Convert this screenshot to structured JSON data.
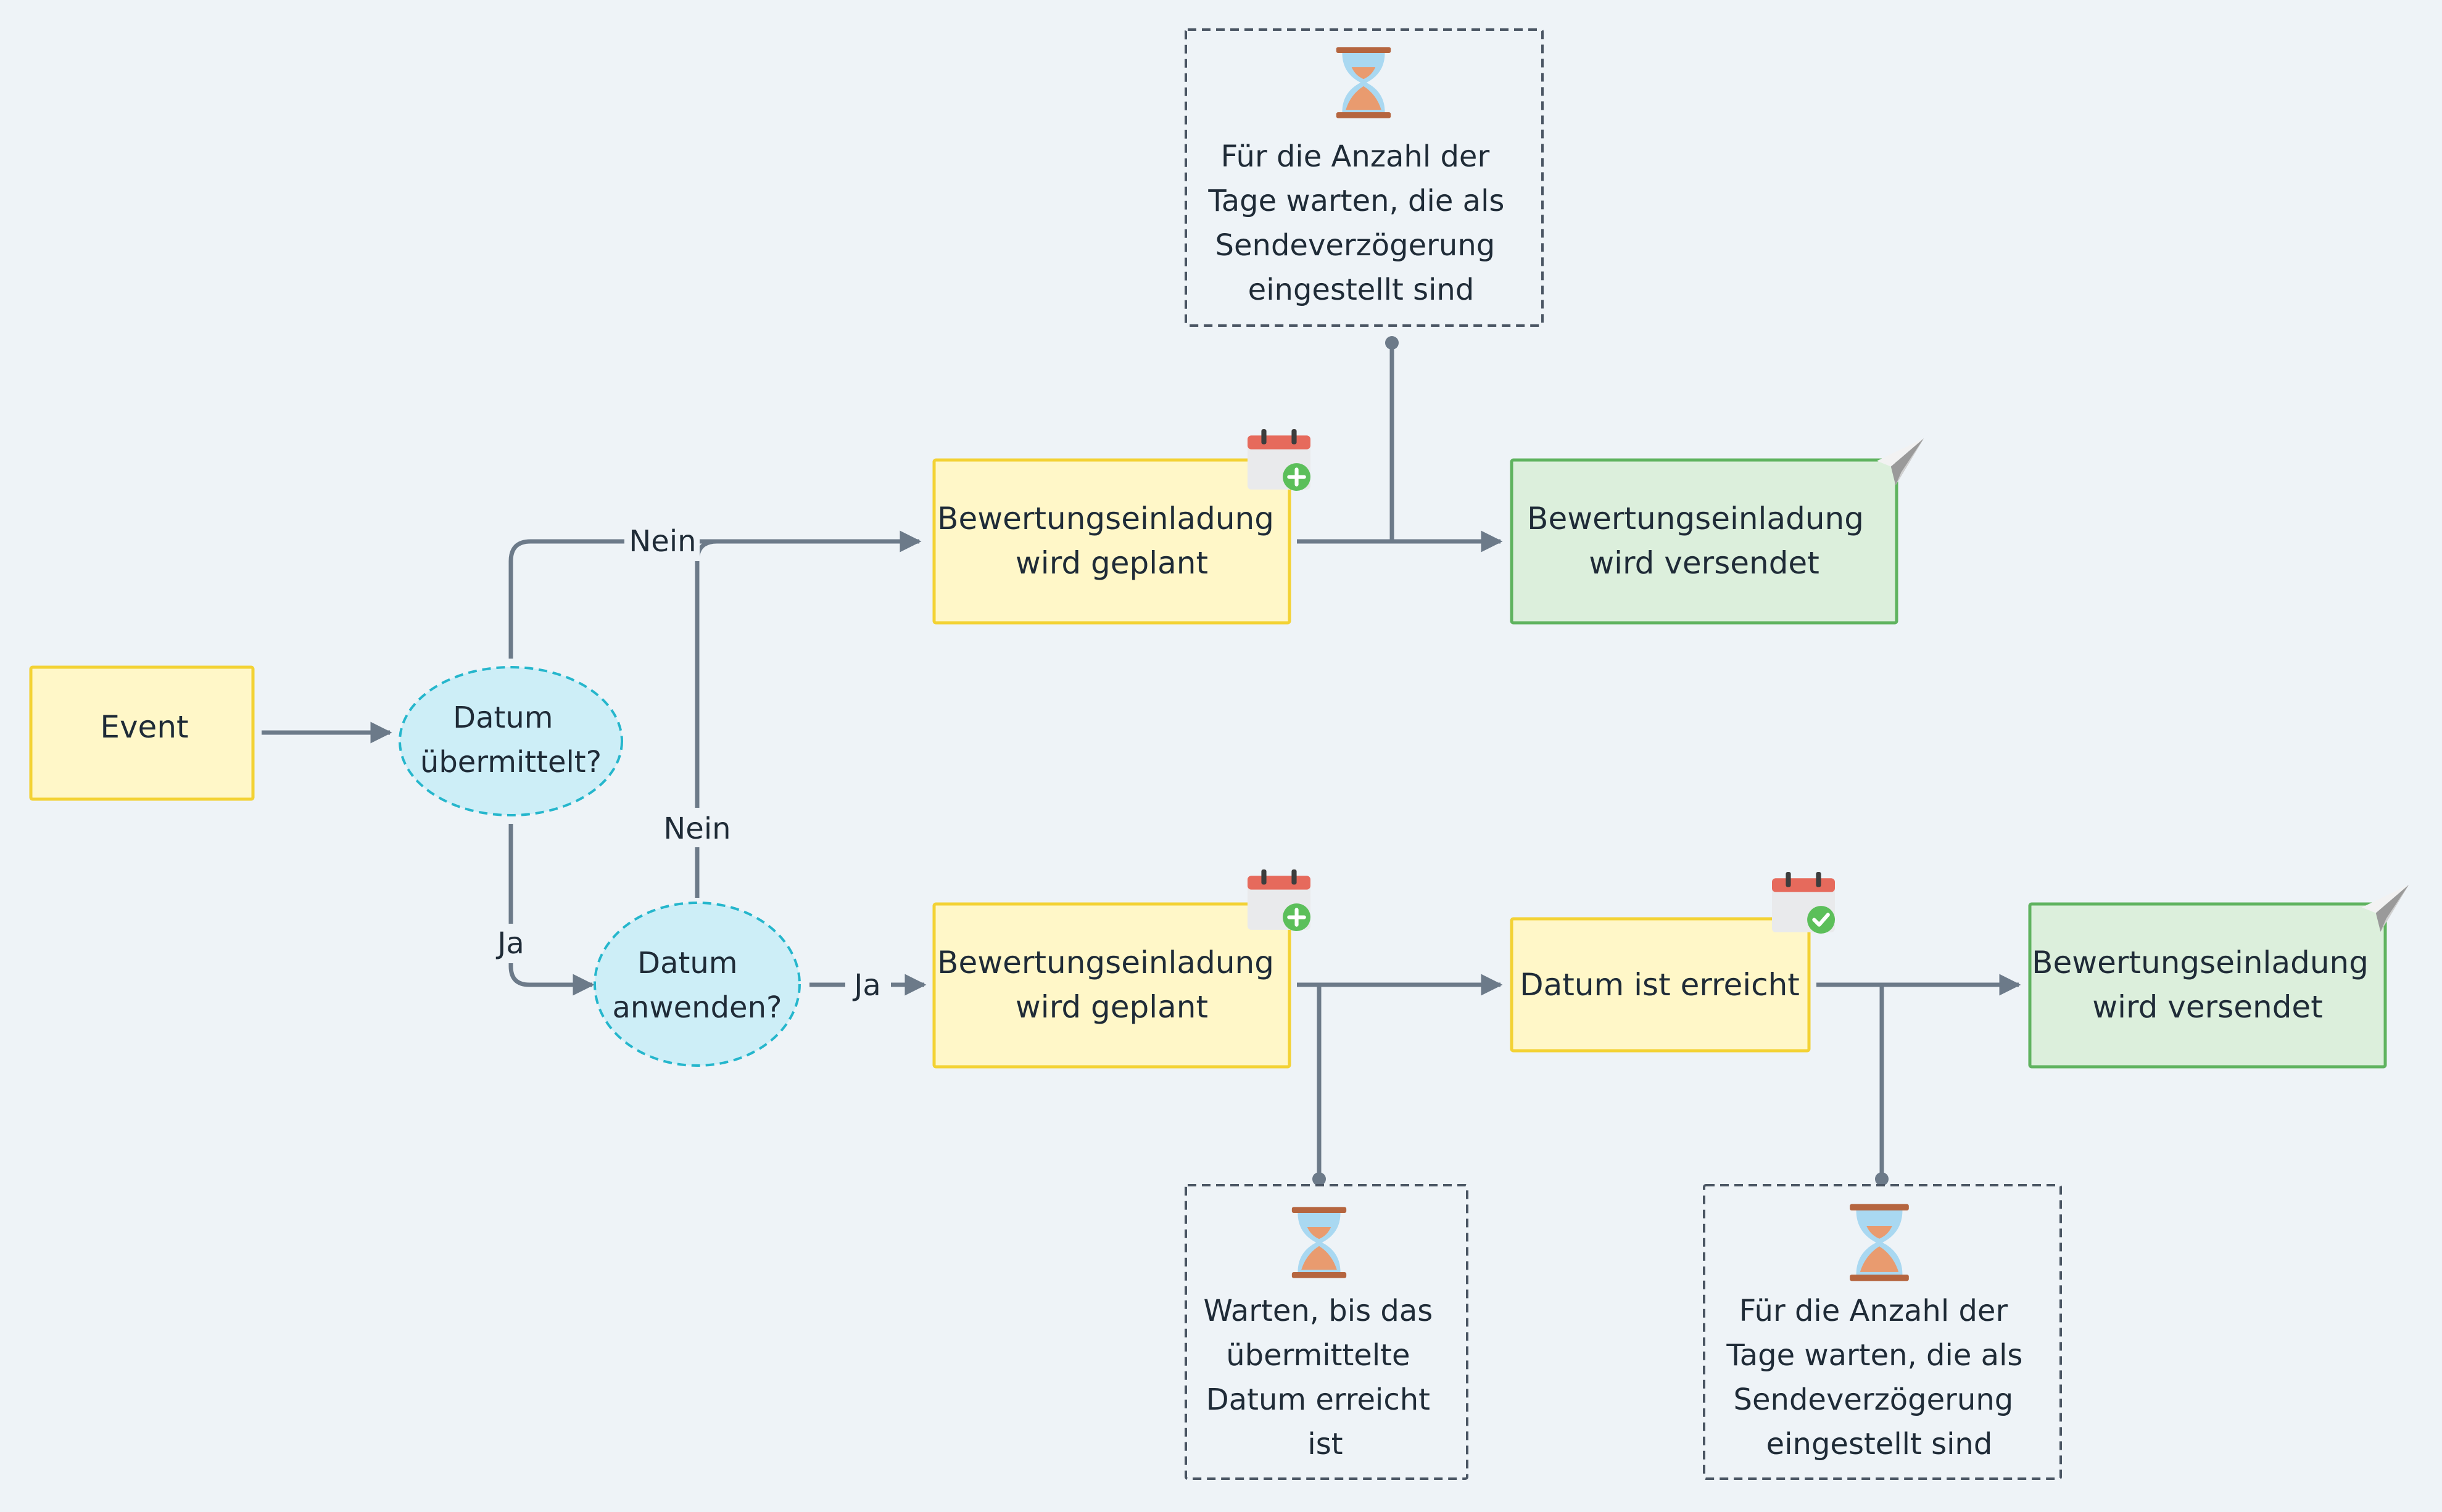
{
  "nodes": {
    "event": {
      "label": [
        "Event"
      ]
    },
    "decision_date_submitted": {
      "label": [
        "Datum",
        "übermittelt?"
      ]
    },
    "decision_apply_date": {
      "label": [
        "Datum",
        "anwenden?"
      ]
    },
    "scheduled_top": {
      "label": [
        "Bewertungseinladung",
        "wird geplant"
      ]
    },
    "sent_top": {
      "label": [
        "Bewertungseinladung",
        "wird versendet"
      ]
    },
    "scheduled_bottom": {
      "label": [
        "Bewertungseinladung",
        "wird geplant"
      ]
    },
    "date_reached": {
      "label": [
        "Datum ist erreicht"
      ]
    },
    "sent_bottom": {
      "label": [
        "Bewertungseinladung",
        "wird versendet"
      ]
    },
    "wait_top": {
      "label": [
        "Für die Anzahl der",
        "Tage warten, die als",
        "Sendeverzögerung",
        "eingestellt sind"
      ]
    },
    "wait_until_date": {
      "label": [
        "Warten, bis das",
        "übermittelte",
        "Datum erreicht",
        "ist"
      ]
    },
    "wait_bottom": {
      "label": [
        "Für die Anzahl der",
        "Tage warten, die als",
        "Sendeverzögerung",
        "eingestellt sind"
      ]
    }
  },
  "edge_labels": {
    "submitted_no": "Nein",
    "submitted_yes": "Ja",
    "apply_no": "Nein",
    "apply_yes": "Ja"
  },
  "icons": {
    "scheduled": "calendar-plus-icon",
    "date_reached": "calendar-check-icon",
    "sent": "paper-plane-icon",
    "wait": "hourglass-icon"
  },
  "colors": {
    "yellow_fill": "#fff7c8",
    "yellow_stroke": "#f3d234",
    "green_fill": "#dcefdc",
    "green_stroke": "#5fb35f",
    "cyan_fill": "#cdeef7",
    "cyan_stroke": "#25b6cc",
    "edge": "#6c7a89",
    "background": "#eef3f7"
  }
}
